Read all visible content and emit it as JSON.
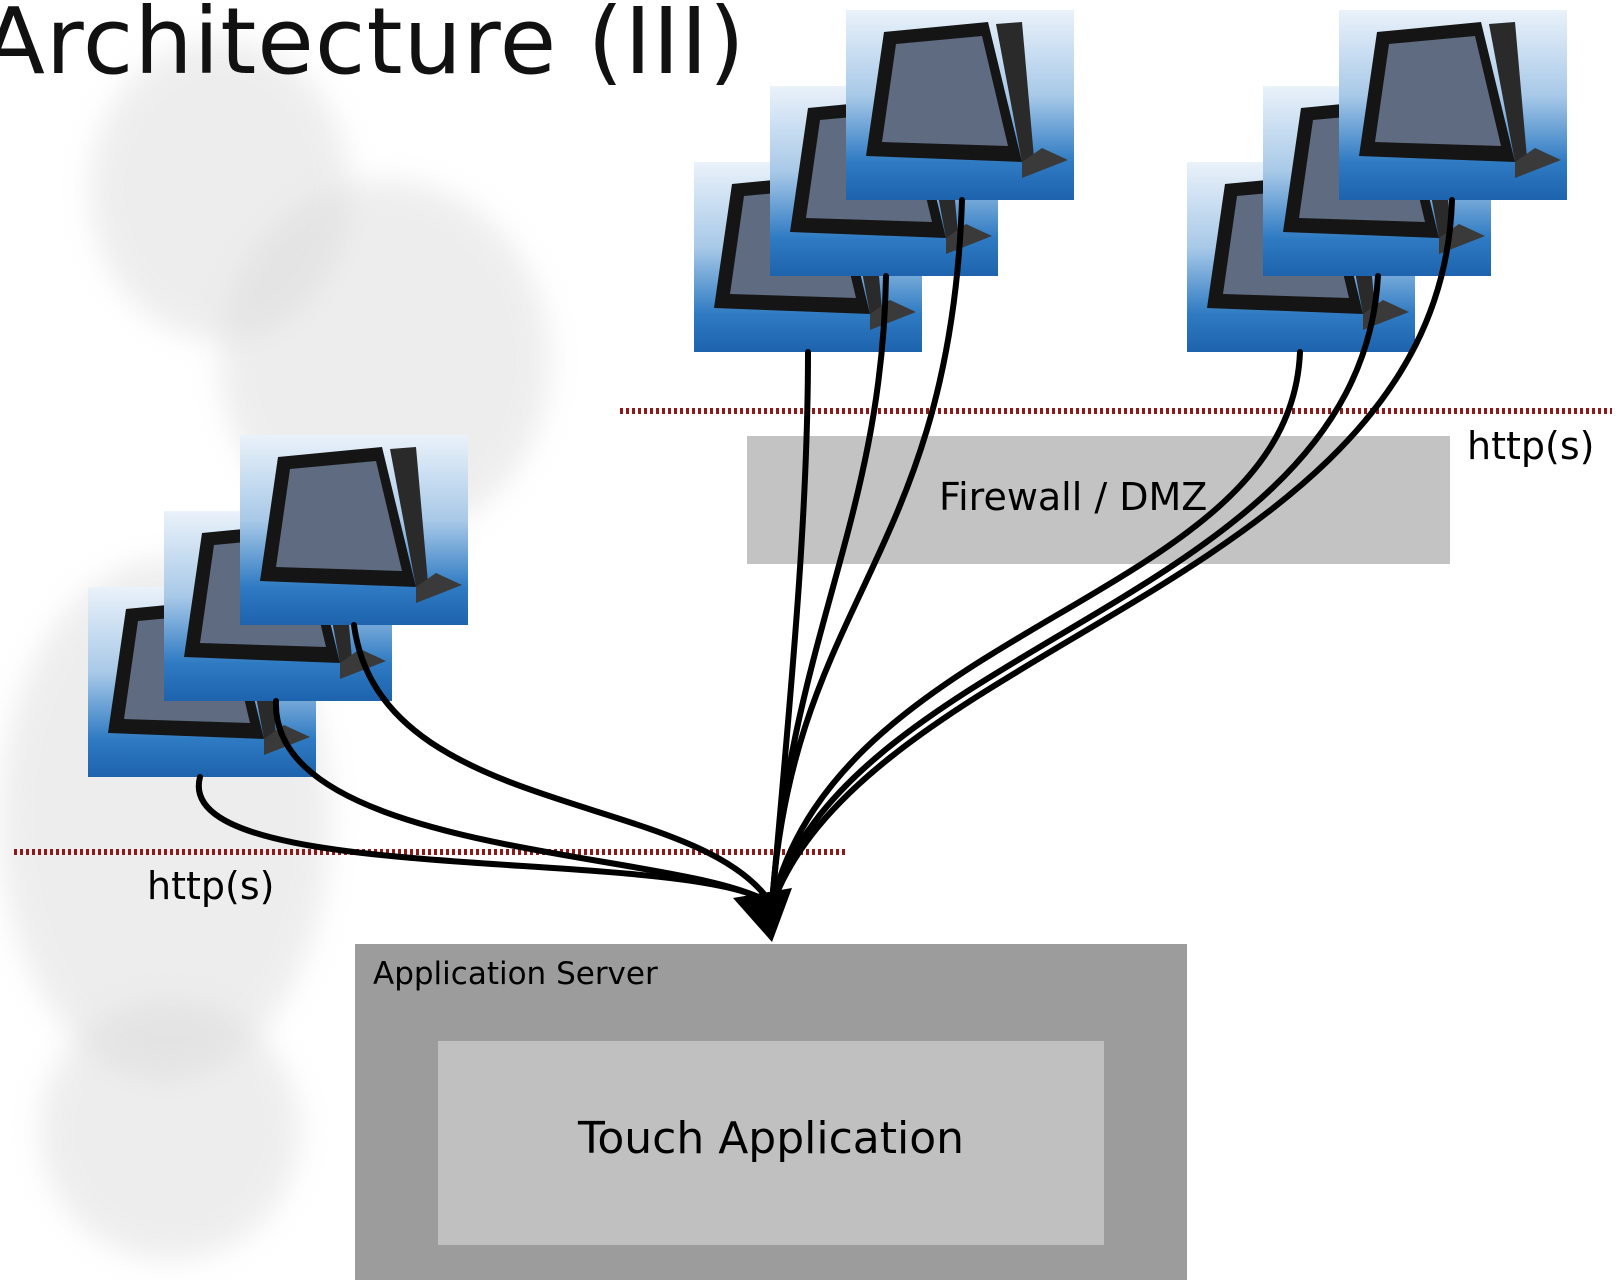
{
  "slide": {
    "title": "Architecture (III)"
  },
  "diagram": {
    "firewall_label": "Firewall / DMZ",
    "boundary_top_label": "http(s)",
    "boundary_left_label": "http(s)",
    "app_server_label": "Application Server",
    "touch_app_label": "Touch Application",
    "colors": {
      "boundary_line": "#8b1a1a",
      "firewall_box": "#c3c3c3",
      "app_server_box": "#9c9c9c",
      "touch_app_box": "#c0c0c0",
      "connector": "#000000"
    },
    "icons": [
      "touch-terminal-icon"
    ]
  }
}
